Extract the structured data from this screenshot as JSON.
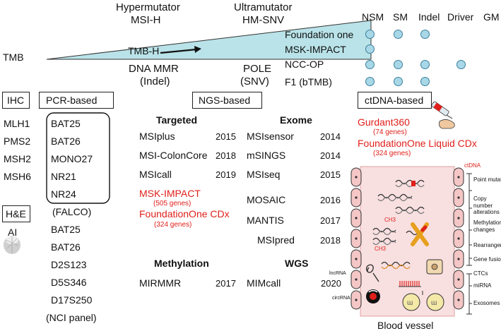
{
  "tmb": {
    "label": "TMB",
    "hypermutator": "Hypermutator",
    "msi_h": "MSI-H",
    "ultramutator": "Ultramutator",
    "hm_snv": "HM-SNV",
    "tmb_h": "TMB-H",
    "dna_mmr": "DNA MMR",
    "indel": "(Indel)",
    "pole": "POLE",
    "snv": "(SNV)",
    "wedge_color": "#b9e3e8"
  },
  "panel_table": {
    "columns": [
      "NSM",
      "SM",
      "Indel",
      "Driver",
      "GM"
    ],
    "rows": [
      {
        "name": "Foundation one",
        "marks": [
          1,
          1,
          1,
          0,
          0
        ]
      },
      {
        "name": "MSK-IMPACT",
        "marks": [
          1,
          0,
          0,
          0,
          0
        ]
      },
      {
        "name": "NCC-OP",
        "marks": [
          1,
          1,
          1,
          1,
          0
        ]
      },
      {
        "name": "F1 (bTMB)",
        "marks": [
          1,
          1,
          1,
          0,
          0
        ]
      }
    ]
  },
  "ihc": {
    "header": "IHC",
    "items": [
      "MLH1",
      "PMS2",
      "MSH2",
      "MSH6"
    ]
  },
  "he": {
    "header": "H&E",
    "ai": "AI"
  },
  "pcr": {
    "header": "PCR-based",
    "falco_items": [
      "BAT25",
      "BAT26",
      "MONO27",
      "NR21",
      "NR24"
    ],
    "falco_label": "(FALCO)",
    "nci_items": [
      "BAT25",
      "BAT26",
      "D2S123",
      "D5S346",
      "D17S250"
    ],
    "nci_label": "(NCI panel)"
  },
  "ngs": {
    "header": "NGS-based",
    "targeted_title": "Targeted",
    "targeted": [
      {
        "name": "MSIplus",
        "year": "2015"
      },
      {
        "name": "MSI-ColonCore",
        "year": "2018"
      },
      {
        "name": "MSIcall",
        "year": "2019"
      }
    ],
    "msk": "MSK-IMPACT",
    "msk_genes": "(505 genes)",
    "fone_cdx": "FoundationOne CDx",
    "fone_cdx_genes": "(324 genes)",
    "exome_title": "Exome",
    "exome": [
      {
        "name": "MSIsensor",
        "year": "2014"
      },
      {
        "name": "mSINGS",
        "year": "2014"
      },
      {
        "name": "MSIseq",
        "year": "2015"
      },
      {
        "name": "MOSAIC",
        "year": "2016"
      },
      {
        "name": "MANTIS",
        "year": "2017"
      },
      {
        "name": "MSIpred",
        "year": "2018"
      }
    ],
    "methylation_title": "Methylation",
    "mirmmr": "MIRMMR",
    "mirmmr_year": "2017",
    "wgs_title": "WGS",
    "mimcall": "MIMcall",
    "mimcall_year": "2020"
  },
  "ctdna": {
    "header": "ctDNA-based",
    "gurdant": "Gurdant360",
    "gurdant_genes": "(74 genes)",
    "fone_liquid": "FoundationOne Liquid CDx",
    "fone_liquid_genes": "(324 genes)",
    "ctdna_label": "ctDNA",
    "ch3_a": "CH3",
    "ch3_b": "CH3",
    "lncrna": "lncRNA",
    "circrna": "circRNA",
    "blood_vessel": "Blood vessel",
    "right_labels": [
      "Point mutations",
      "Copy number alterations",
      "Methylation changes",
      "Rearrangements",
      "Gene fusions",
      "CTCs",
      "miRNA",
      "Exosomes"
    ]
  }
}
